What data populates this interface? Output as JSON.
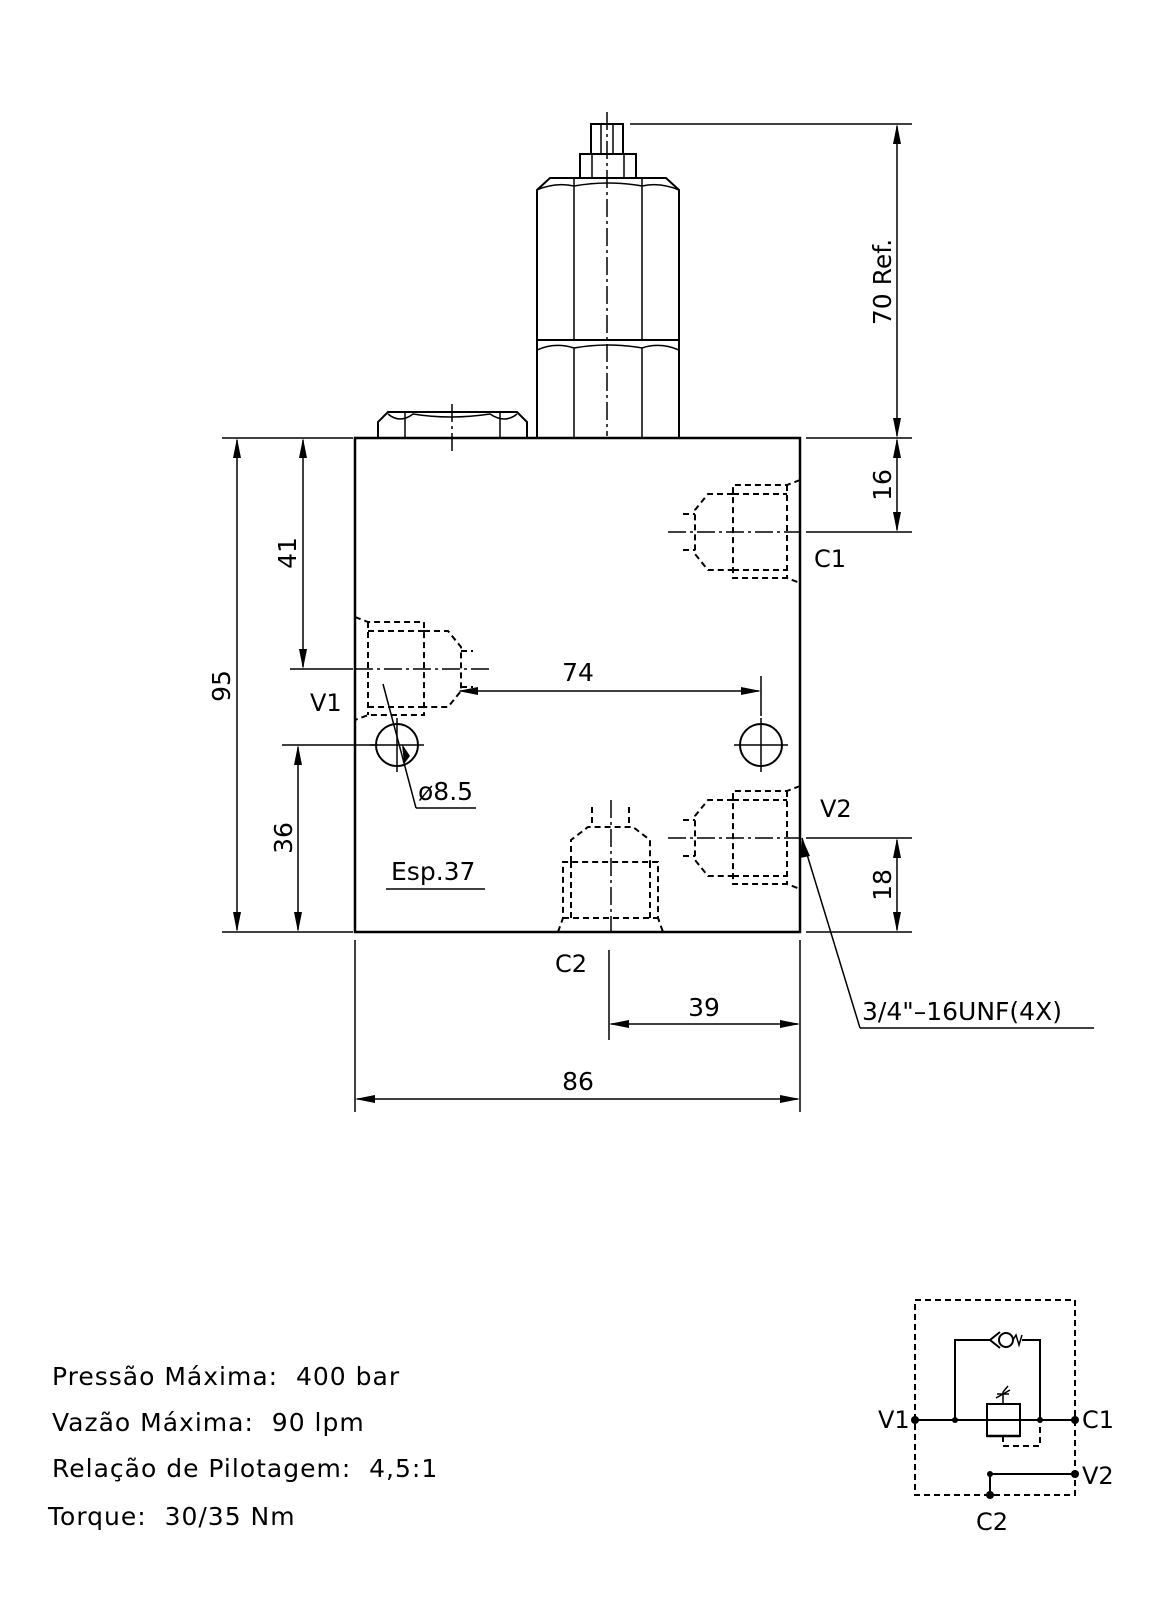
{
  "dimensions": {
    "overall_height": "95",
    "top_to_v1": "41",
    "bottom_to_holes": "36",
    "hole_spacing": "74",
    "hole_diameter": "ø8.5",
    "thickness": "Esp.37",
    "width": "86",
    "c2_offset": "39",
    "cartridge_height": "70 Ref.",
    "top_to_c1": "16",
    "bottom_to_v2": "18",
    "thread": "3/4\"–16UNF(4X)"
  },
  "ports": {
    "v1": "V1",
    "v2": "V2",
    "c1": "C1",
    "c2": "C2"
  },
  "specs": [
    "Pressão Máxima:  400 bar",
    "Vazão Máxima:  90 lpm",
    "Relação de Pilotagem:  4,5:1",
    "Torque:  30/35 Nm"
  ],
  "schematic": {
    "v1": "V1",
    "c1": "C1",
    "v2": "V2",
    "c2": "C2"
  }
}
